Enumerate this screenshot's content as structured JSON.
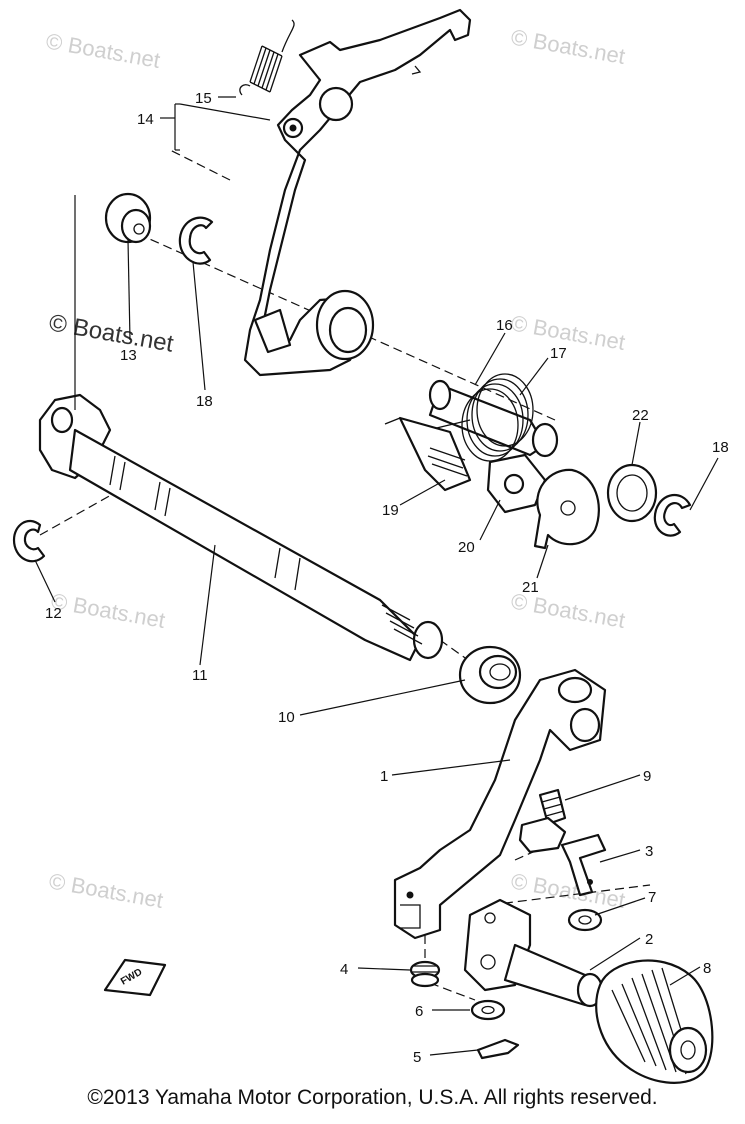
{
  "watermark": {
    "text": "© Boats.net",
    "text_alt": "© Boats.net",
    "text_center": "© Boats.net"
  },
  "labels": {
    "l1": "1",
    "l2": "2",
    "l3": "3",
    "l4": "4",
    "l5": "5",
    "l6": "6",
    "l7": "7",
    "l8": "8",
    "l9": "9",
    "l10": "10",
    "l11": "11",
    "l12": "12",
    "l13": "13",
    "l14": "14",
    "l15": "15",
    "l16": "16",
    "l17": "17",
    "l18a": "18",
    "l18b": "18",
    "l19": "19",
    "l20": "20",
    "l21": "21",
    "l22": "22"
  },
  "fwd_badge": "FWD",
  "footer": "©2013 Yamaha Motor Corporation, U.S.A. All rights reserved."
}
